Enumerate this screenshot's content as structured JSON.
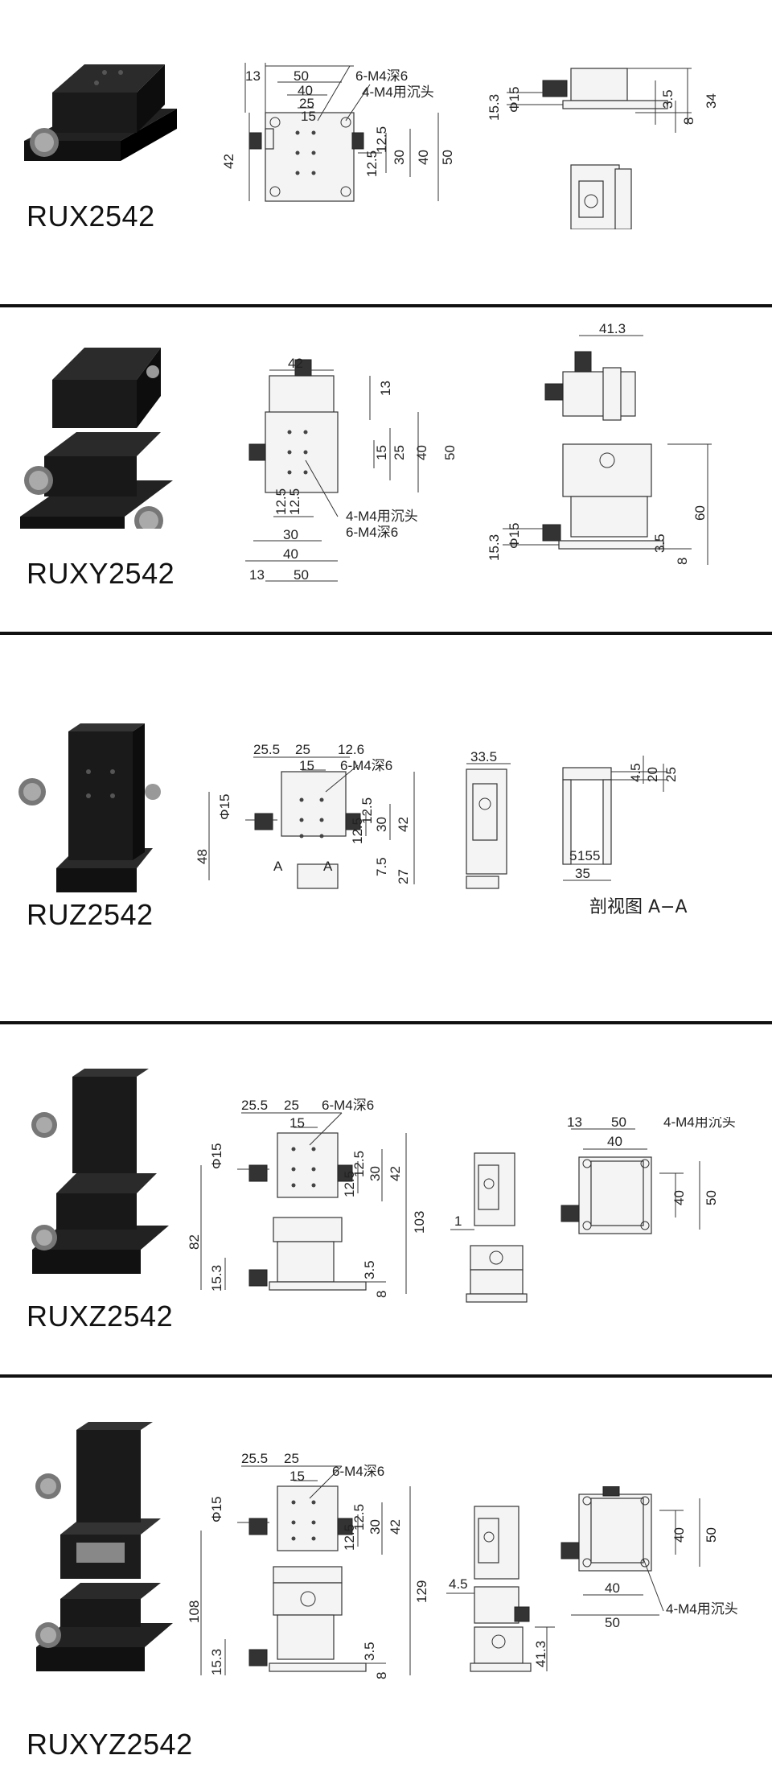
{
  "sections": [
    {
      "model": "RUX2542",
      "labels": {
        "hole1": "6-M4深6",
        "hole2": "4-M4用沉头",
        "d13": "13",
        "d50a": "50",
        "d40a": "40",
        "d25": "25",
        "d15": "15",
        "d42": "42",
        "d125a": "12.5",
        "d125b": "12.5",
        "d30": "30",
        "d40b": "40",
        "d50b": "50",
        "phi": "Φ15",
        "d153": "15.3",
        "d35": "3.5",
        "d8": "8",
        "d34": "34"
      }
    },
    {
      "model": "RUXY2542",
      "labels": {
        "d42": "42",
        "d13": "13",
        "d25": "25",
        "d40": "40",
        "d50": "50",
        "d15": "15",
        "d413": "41.3",
        "hole2": "4-M4用沉头",
        "hole1": "6-M4深6",
        "b125a": "12.5",
        "b125b": "12.5",
        "b30": "30",
        "b40": "40",
        "b50": "50",
        "b13": "13",
        "phi": "Φ15",
        "d153": "15.3",
        "d60": "60",
        "d35": "3.5",
        "d8": "8"
      }
    },
    {
      "model": "RUZ2542",
      "labels": {
        "d255": "25.5",
        "d25": "25",
        "d126": "12.6",
        "d15": "15",
        "hole1": "6-M4深6",
        "phi": "Φ15",
        "d48": "48",
        "d125a": "12.5",
        "d125b": "12.5",
        "d30": "30",
        "d42": "42",
        "d75": "7.5",
        "d27": "27",
        "a1": "A",
        "a2": "A",
        "d335": "33.5",
        "d45": "4.5",
        "d20": "20",
        "d25b": "25",
        "s5": "5",
        "s15": "15",
        "s5b": "5",
        "d35": "35",
        "caption": "剖视图 A−A"
      }
    },
    {
      "model": "RUXZ2542",
      "labels": {
        "d255": "25.5",
        "d25": "25",
        "hole1": "6-M4深6",
        "d15": "15",
        "phi": "Φ15",
        "d125a": "12.5",
        "d125b": "12.5",
        "d30": "30",
        "d42": "42",
        "d82": "82",
        "d103": "103",
        "d153": "15.3",
        "d35": "3.5",
        "d8": "8",
        "d1": "1",
        "d13": "13",
        "d50": "50",
        "d40": "40",
        "hole2": "4-M4用沉头",
        "v40": "40",
        "v50": "50"
      }
    },
    {
      "model": "RUXYZ2542",
      "labels": {
        "d255": "25.5",
        "d25": "25",
        "hole1": "6-M4深6",
        "d15": "15",
        "phi": "Φ15",
        "d125a": "12.5",
        "d125b": "12.5",
        "d30": "30",
        "d42": "42",
        "d108": "108",
        "d129": "129",
        "d153": "15.3",
        "d35": "3.5",
        "d8": "8",
        "d45": "4.5",
        "d413": "41.3",
        "v40": "40",
        "v50": "50",
        "h40": "40",
        "h50": "50",
        "hole2": "4-M4用沉头"
      }
    }
  ]
}
